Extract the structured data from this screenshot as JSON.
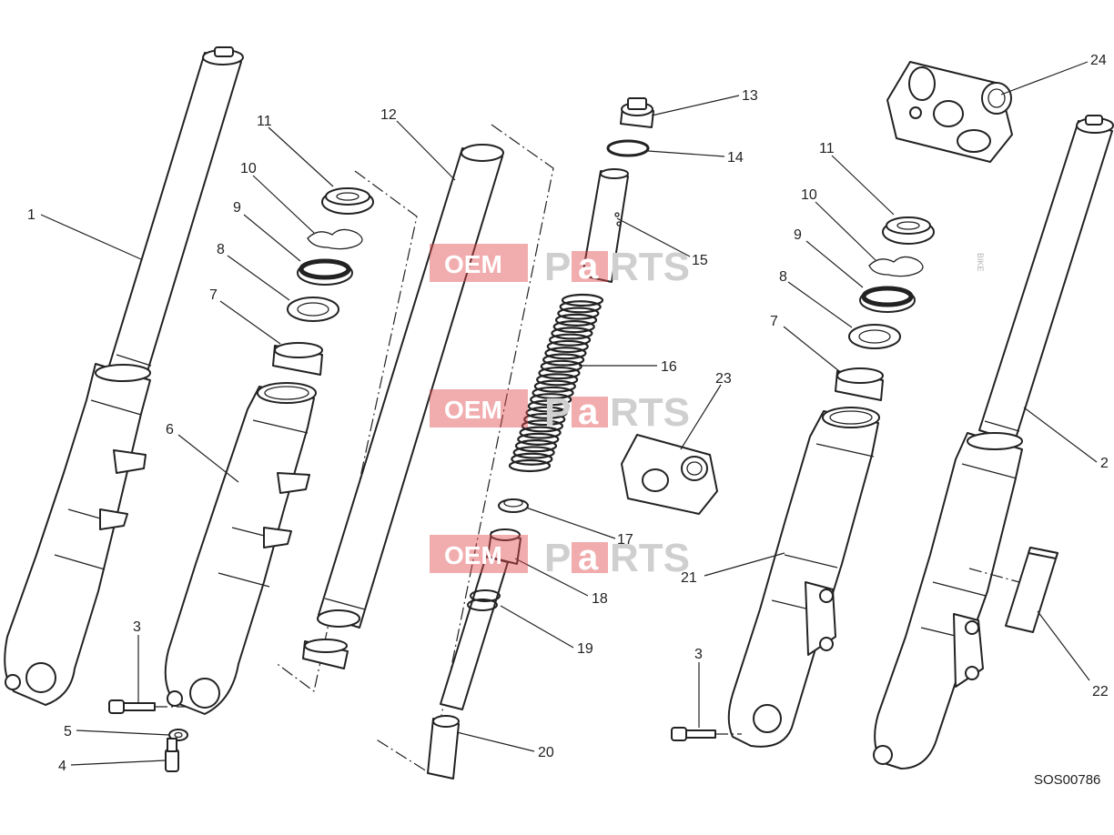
{
  "diagram": {
    "drawing_code": "SOS00786",
    "callouts": [
      {
        "id": "c1",
        "label": "1"
      },
      {
        "id": "c2",
        "label": "2"
      },
      {
        "id": "c3a",
        "label": "3"
      },
      {
        "id": "c3b",
        "label": "3"
      },
      {
        "id": "c4",
        "label": "4"
      },
      {
        "id": "c5",
        "label": "5"
      },
      {
        "id": "c6",
        "label": "6"
      },
      {
        "id": "c7a",
        "label": "7"
      },
      {
        "id": "c7b",
        "label": "7"
      },
      {
        "id": "c8a",
        "label": "8"
      },
      {
        "id": "c8b",
        "label": "8"
      },
      {
        "id": "c9a",
        "label": "9"
      },
      {
        "id": "c9b",
        "label": "9"
      },
      {
        "id": "c10a",
        "label": "10"
      },
      {
        "id": "c10b",
        "label": "10"
      },
      {
        "id": "c11a",
        "label": "11"
      },
      {
        "id": "c11b",
        "label": "11"
      },
      {
        "id": "c12",
        "label": "12"
      },
      {
        "id": "c13",
        "label": "13"
      },
      {
        "id": "c14",
        "label": "14"
      },
      {
        "id": "c15",
        "label": "15"
      },
      {
        "id": "c16",
        "label": "16"
      },
      {
        "id": "c17",
        "label": "17"
      },
      {
        "id": "c18",
        "label": "18"
      },
      {
        "id": "c19",
        "label": "19"
      },
      {
        "id": "c20",
        "label": "20"
      },
      {
        "id": "c21",
        "label": "21"
      },
      {
        "id": "c22",
        "label": "22"
      },
      {
        "id": "c23",
        "label": "23"
      },
      {
        "id": "c24",
        "label": "24"
      }
    ]
  },
  "watermark": {
    "oem": "OEM",
    "bike": "BIKE",
    "p": "P",
    "a": "a",
    "rts": "RTS"
  }
}
